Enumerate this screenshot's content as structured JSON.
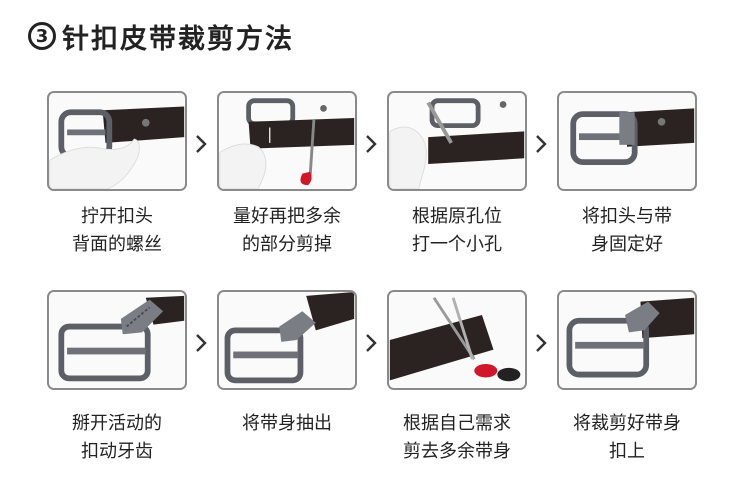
{
  "title": {
    "number": "3",
    "text": "针扣皮带裁剪方法"
  },
  "steps": [
    {
      "line1": "拧开扣头",
      "line2": "背面的螺丝",
      "image": "unscrew-buckle-photo"
    },
    {
      "line1": "量好再把多余",
      "line2": "的部分剪掉",
      "image": "cut-excess-belt-photo"
    },
    {
      "line1": "根据原孔位",
      "line2": "打一个小孔",
      "image": "punch-hole-photo"
    },
    {
      "line1": "将扣头与带",
      "line2": "身固定好",
      "image": "fix-buckle-photo"
    },
    {
      "line1": "掰开活动的",
      "line2": "扣动牙齿",
      "image": "open-clamp-teeth-photo"
    },
    {
      "line1": "将带身抽出",
      "line2": "",
      "image": "pull-out-strap-photo"
    },
    {
      "line1": "根据自己需求",
      "line2": "剪去多余带身",
      "image": "scissors-cut-strap-photo"
    },
    {
      "line1": "将裁剪好带身",
      "line2": "扣上",
      "image": "clamp-strap-photo"
    }
  ],
  "colors": {
    "frame_border": "#8a8a8a",
    "belt": "#2b2322",
    "buckle": "#5c5f66",
    "text": "#222222"
  }
}
